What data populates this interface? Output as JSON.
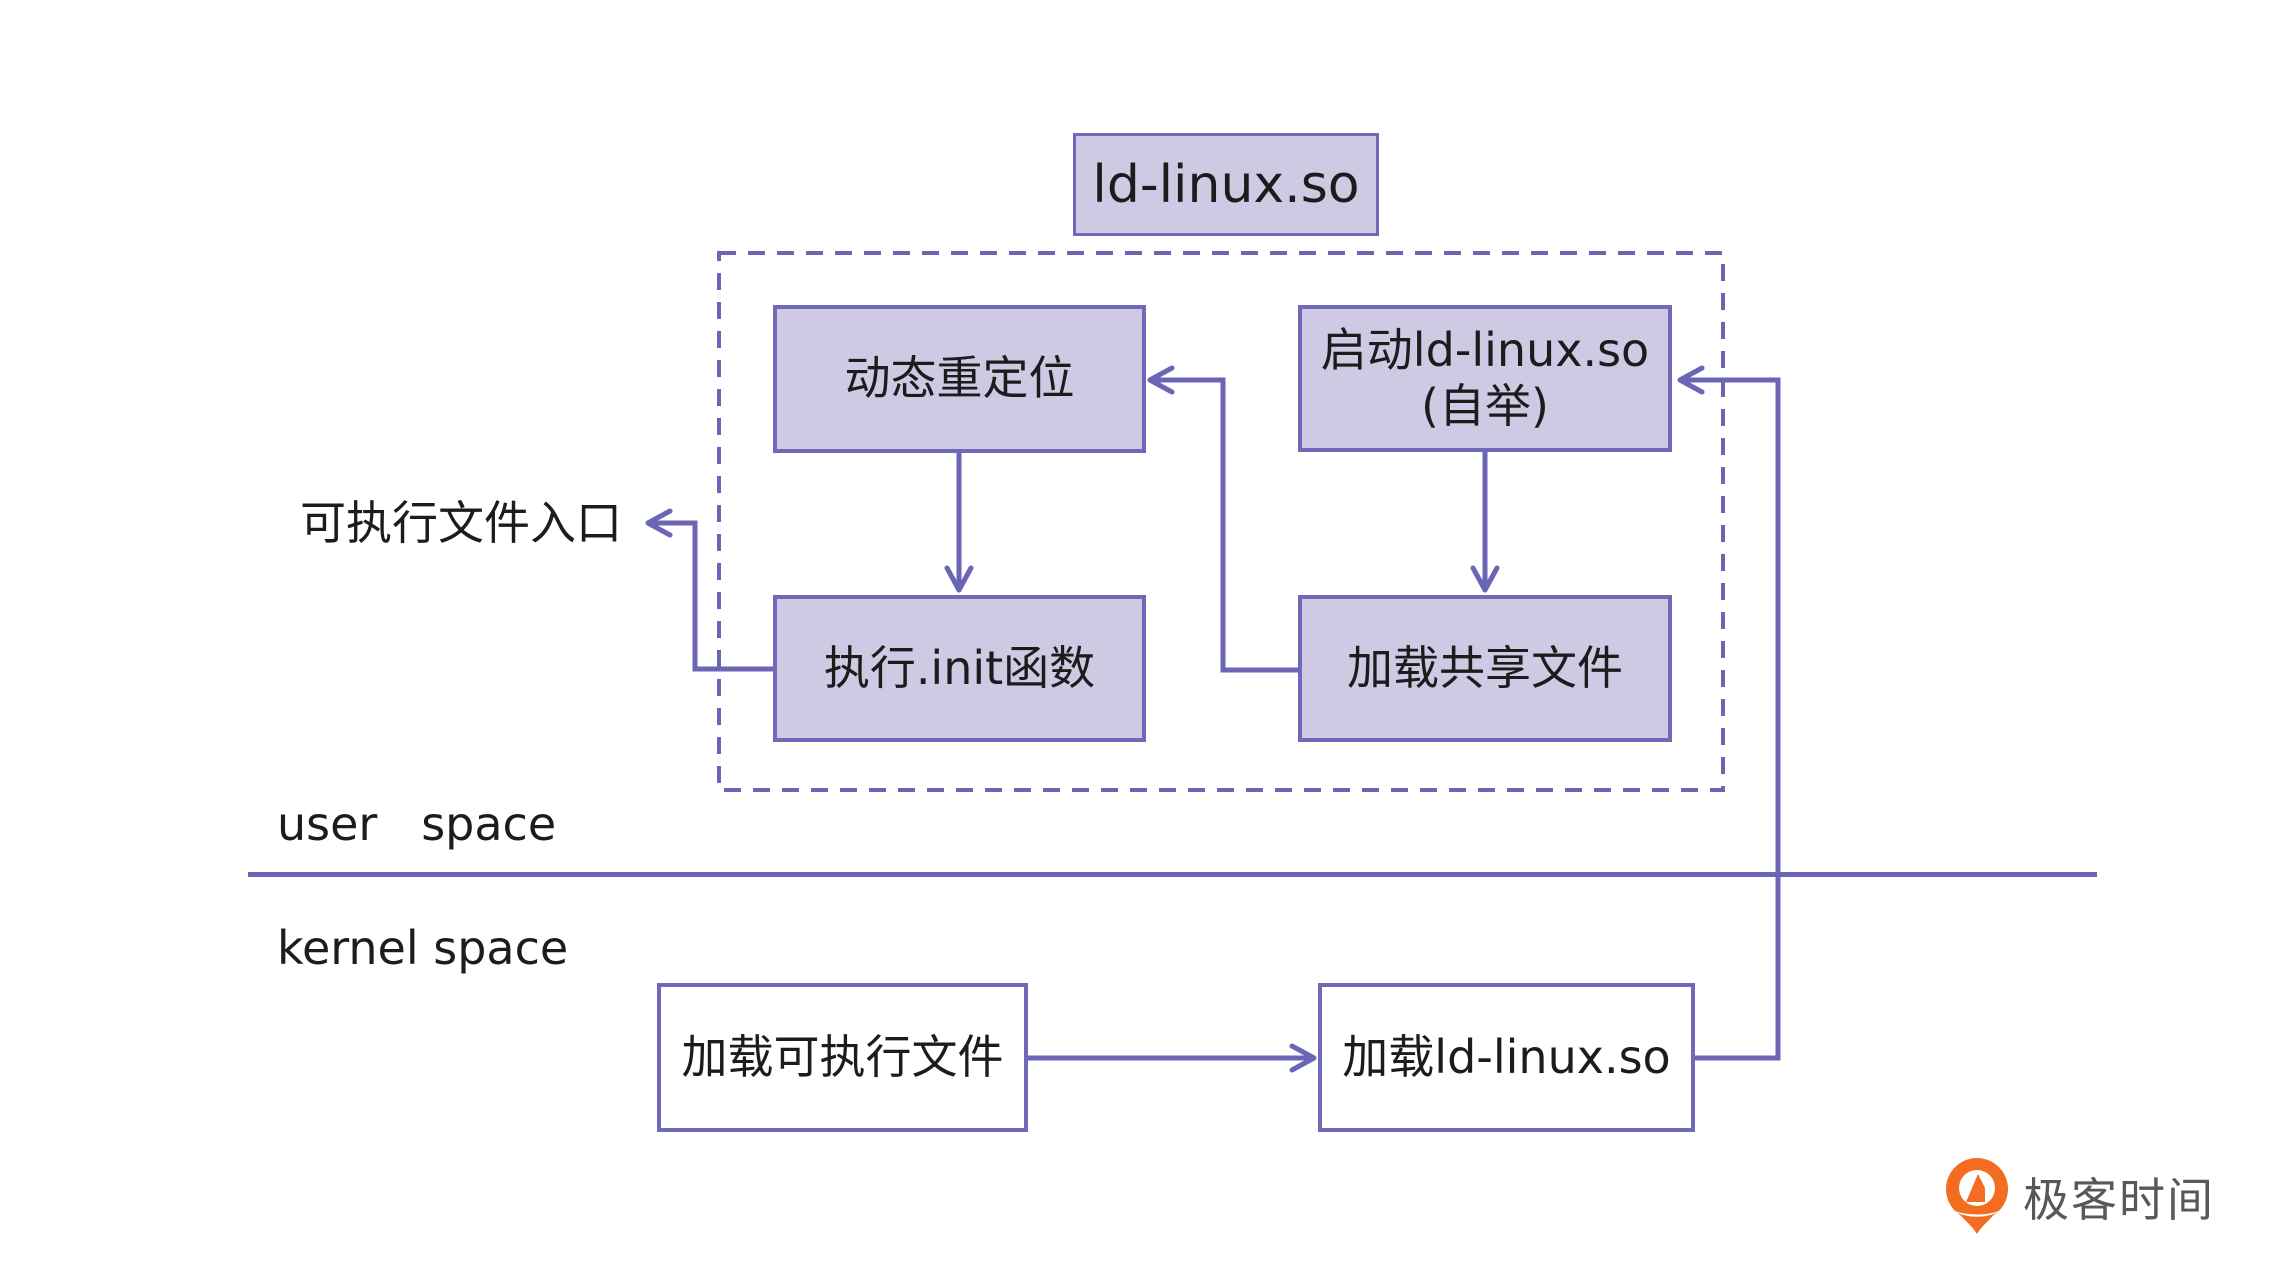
{
  "colors": {
    "accent": "#6a65b5",
    "box-fill": "#cfc9e3",
    "box-border": "#6f6ab8",
    "text": "#1c1c1c",
    "logo-orange": "#f26d21",
    "logo-text": "#595757",
    "background": "#ffffff"
  },
  "diagram": {
    "title": "ld-linux.so",
    "regions": {
      "user_space": "user   space",
      "kernel_space": "kernel space"
    },
    "entry_label": "可执行文件入口",
    "linker_group": {
      "relocate": "动态重定位",
      "bootstrap_line1": "启动ld-linux.so",
      "bootstrap_line2": "(自举)",
      "init": "执行.init函数",
      "load_shared": "加载共享文件"
    },
    "kernel_group": {
      "load_executable": "加载可执行文件",
      "load_ld": "加载ld-linux.so"
    },
    "edges": [
      {
        "from": "load-executable",
        "to": "load-ld-linux"
      },
      {
        "from": "load-ld-linux",
        "to": "bootstrap-ld-linux"
      },
      {
        "from": "bootstrap-ld-linux",
        "to": "load-shared-files"
      },
      {
        "from": "load-shared-files",
        "to": "dynamic-relocation"
      },
      {
        "from": "dynamic-relocation",
        "to": "exec-init-function"
      },
      {
        "from": "exec-init-function",
        "to": "executable-entry"
      }
    ]
  },
  "logo": {
    "icon": "geektime-icon",
    "text": "极客时间"
  }
}
